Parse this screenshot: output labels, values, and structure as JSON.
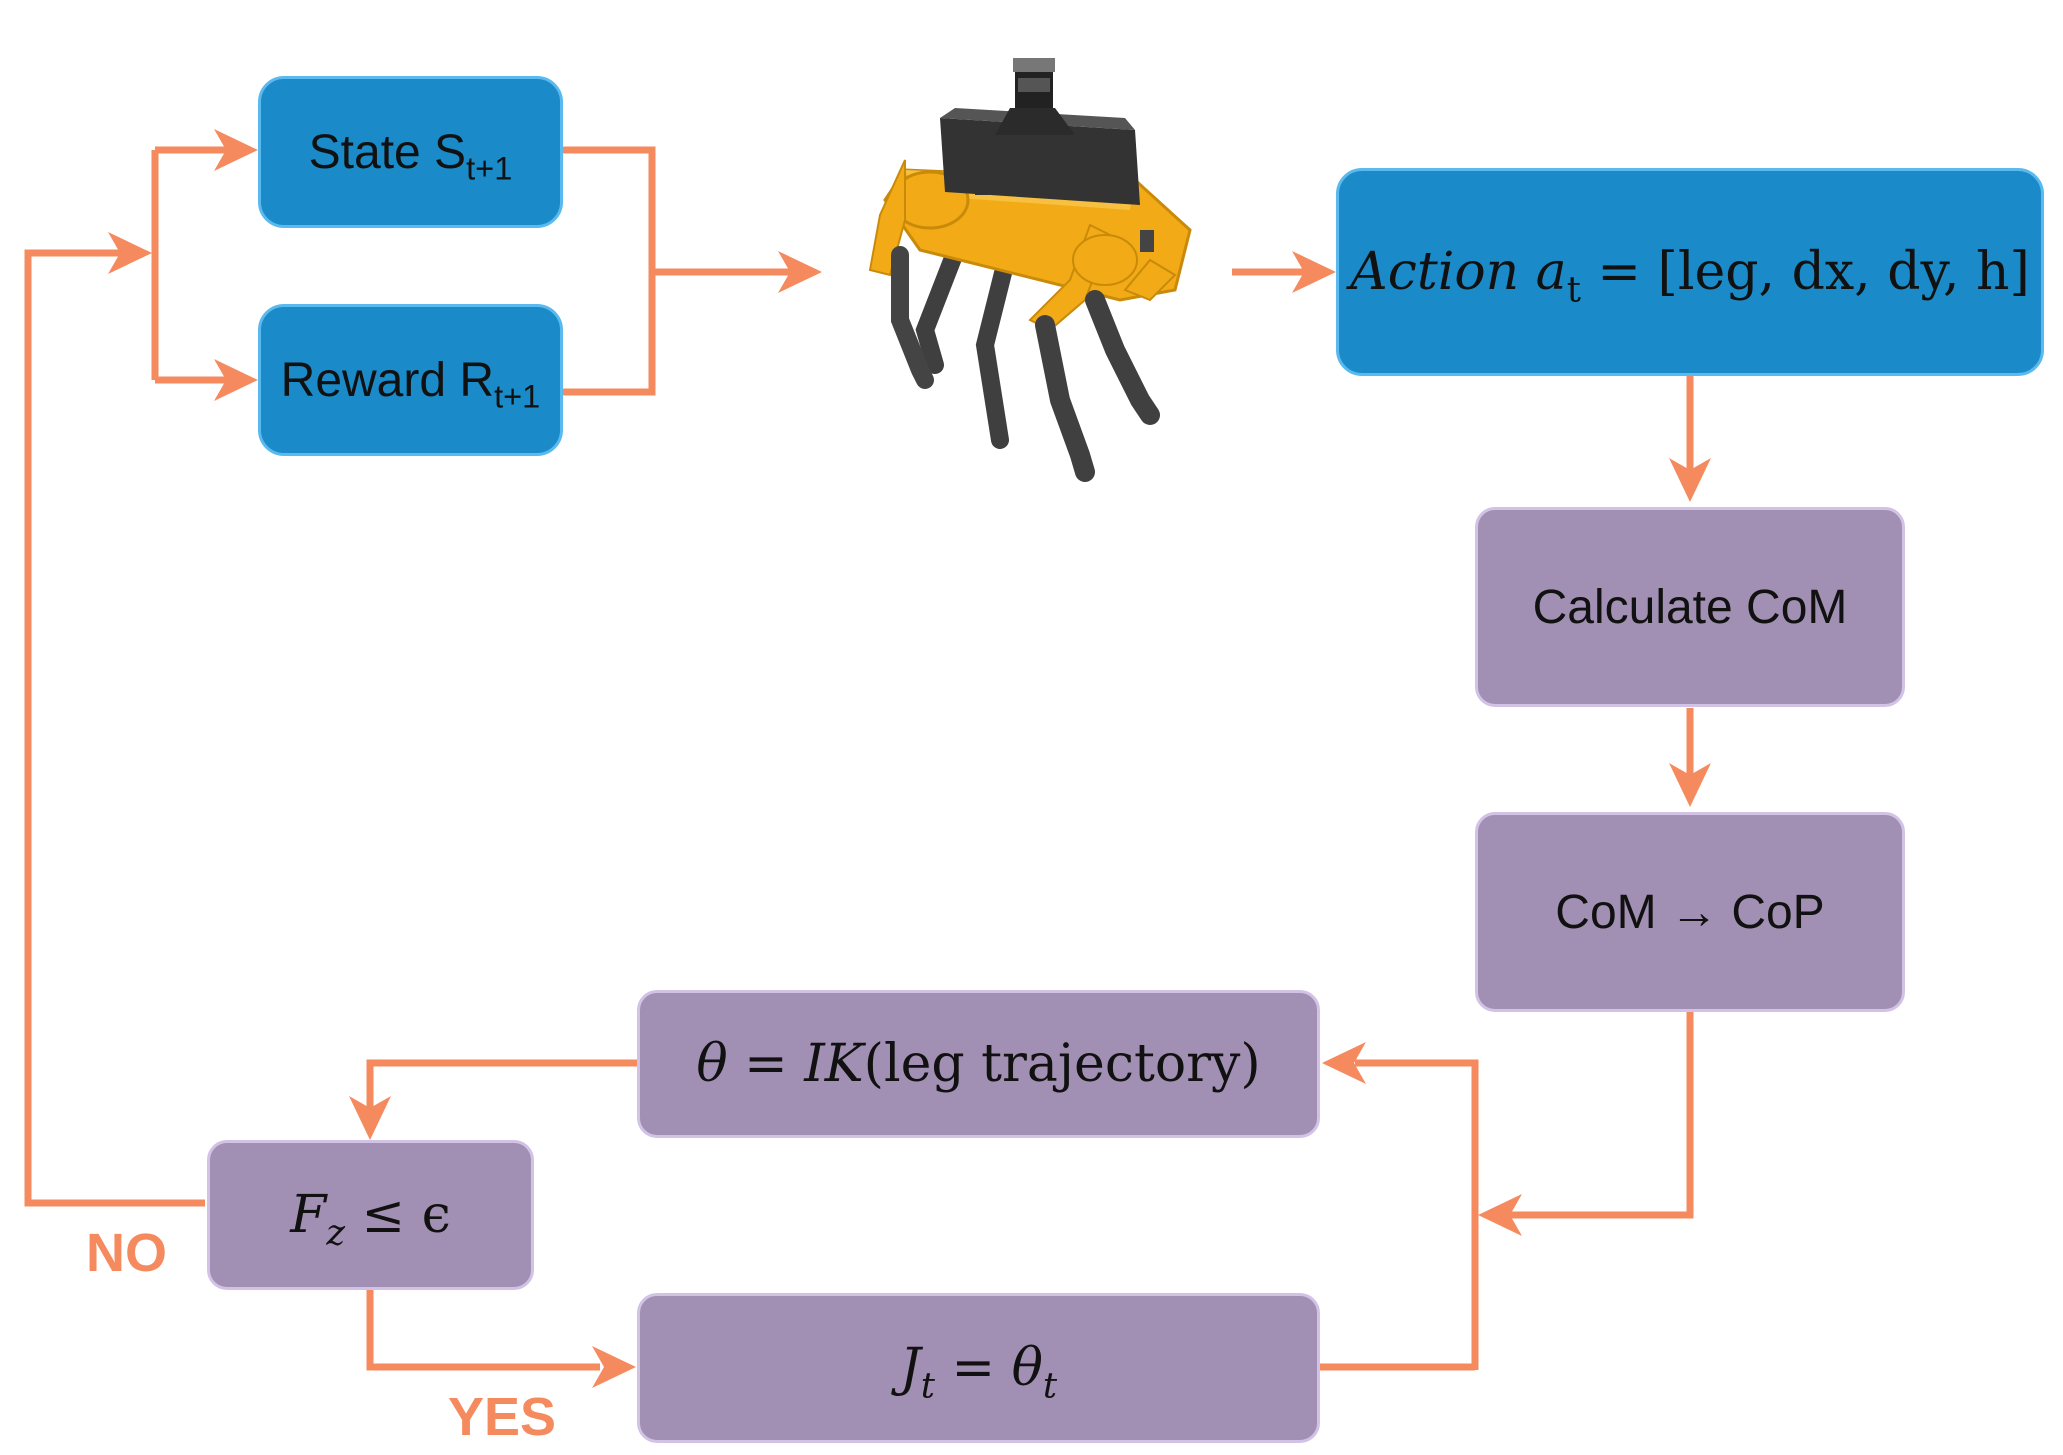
{
  "nodes": {
    "state": {
      "text": "State S",
      "sub": "t+1"
    },
    "reward": {
      "text": "Reward R",
      "sub": "t+1"
    },
    "action": {
      "text": "Action ",
      "var": "a",
      "sub": "t",
      "rest": " = [leg, dx, dy, h]"
    },
    "calc_com": {
      "text": "Calculate CoM"
    },
    "com_cop": {
      "text": "CoM → CoP"
    },
    "ik": {
      "var": "θ",
      "mid": " = ",
      "fn": "IK",
      "rest": "(leg trajectory)"
    },
    "fz": {
      "var": "F",
      "sub": "z",
      "rest": " ≤ ϵ"
    },
    "jt": {
      "var": "J",
      "sub": "t",
      "mid": " = ",
      "var2": "θ",
      "sub2": "t"
    }
  },
  "labels": {
    "no": "NO",
    "yes": "YES"
  },
  "colors": {
    "arrow": "#f58a5f",
    "blue_box": "#1a8bc8",
    "purple_box": "#a290b4",
    "robot_body": "#f2ab16",
    "robot_legs": "#4a4a4a"
  },
  "icons": {
    "robot": "quadruped-robot-icon"
  }
}
